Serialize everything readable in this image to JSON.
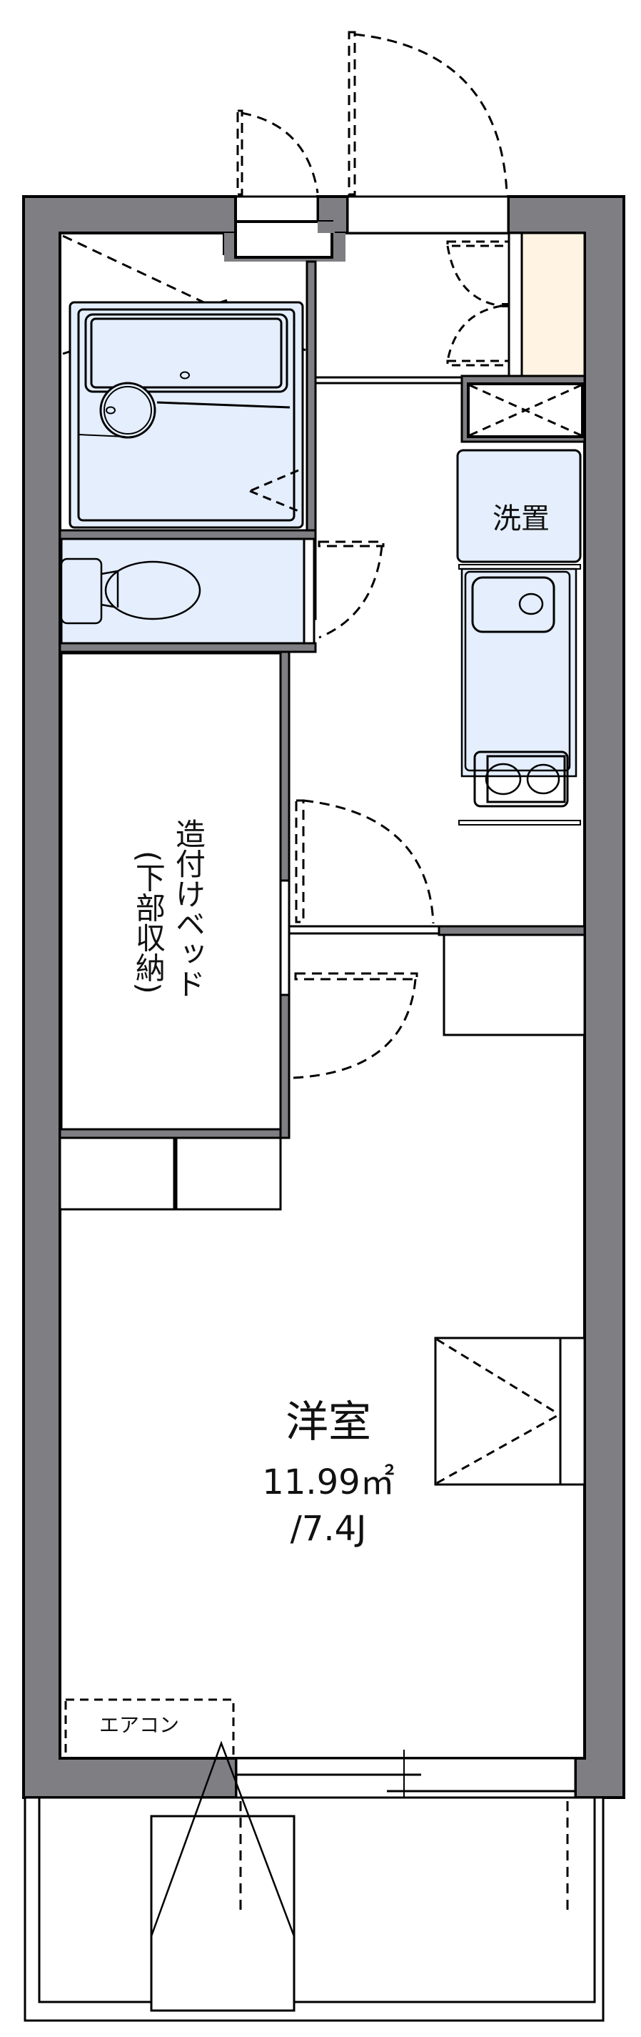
{
  "floorplan": {
    "colors": {
      "wall": "#7f7e83",
      "line": "#000000",
      "fixture_fill": "#e4eefc",
      "shoe_storage_fill": "#fff4e3",
      "background": "#ffffff"
    },
    "rooms": {
      "main_room": {
        "name": "洋室",
        "area": "11.99㎡",
        "jo": "/7.4J"
      },
      "washer_space": {
        "label": "洗置"
      },
      "built_in_bed": {
        "label_line1": "造付けベッド",
        "label_line2": "(下部収納)"
      },
      "aircon": {
        "label": "エアコン"
      }
    },
    "fixtures": [
      "unit-bath",
      "toilet",
      "kitchen-sink",
      "two-burner-stove",
      "washing-machine-space",
      "shoe-cabinet",
      "built-in-bed",
      "closet",
      "balcony"
    ]
  }
}
